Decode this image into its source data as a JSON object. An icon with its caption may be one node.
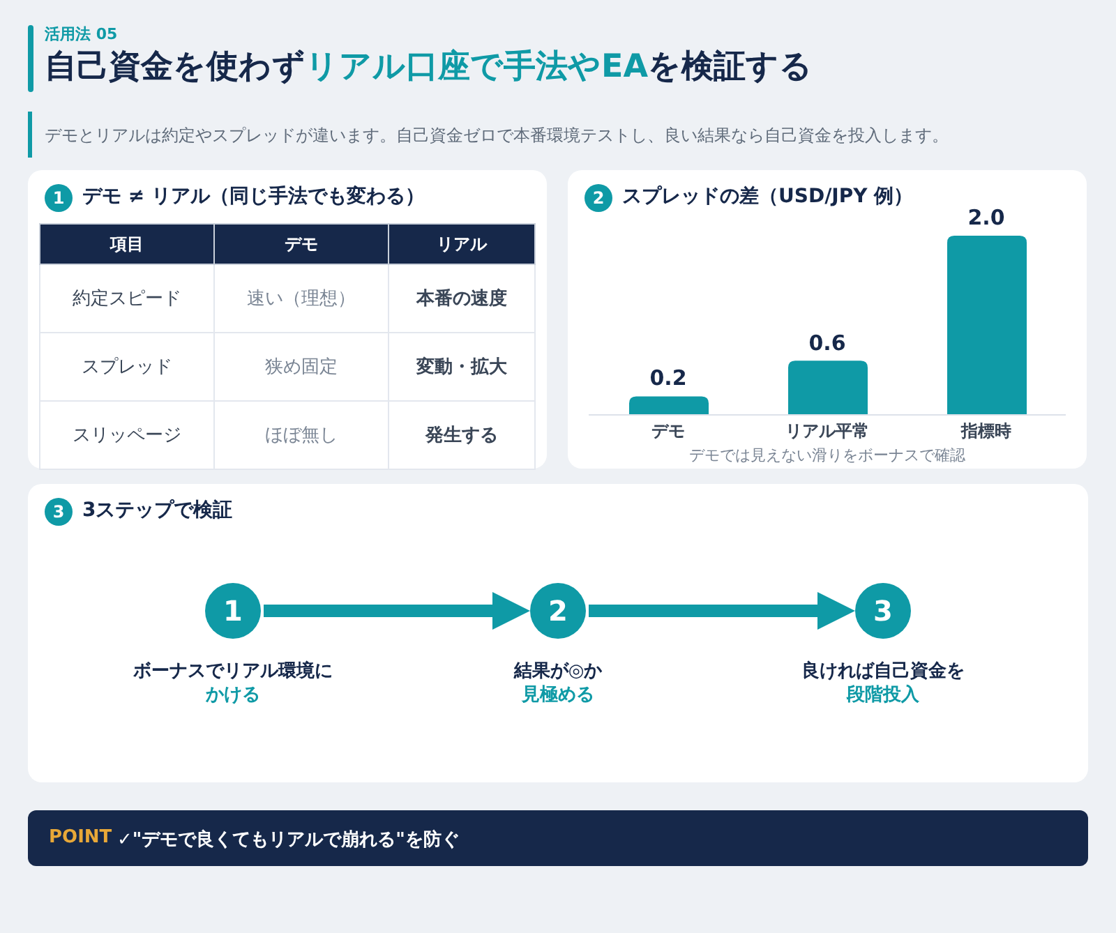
{
  "diagram": {
    "title": "自己資金を使わず**リアル口座で手法やEA**を検証する",
    "nodes": [
      {
        "text": [
          "デモ ≠ リアル（同じ手法でも変わる）"
        ]
      },
      {
        "text": [
          "1"
        ],
        "in": 0
      },
      {
        "text": [
          "スプレッドの差（USD/JPY 例）"
        ]
      },
      {
        "text": [
          "2"
        ],
        "in": 2
      },
      {
        "text": [
          "3ステップで検証"
        ]
      },
      {
        "text": [
          "3"
        ],
        "in": 4
      },
      {
        "text": [
          "1"
        ],
        "in": 4,
        "beside": [
          "ボーナスでリアル環境に**かける**"
        ]
      },
      {
        "text": [
          "2"
        ],
        "in": 4,
        "beside": [
          "結果が◎か**見極める**"
        ]
      },
      {
        "text": [
          "3"
        ],
        "in": 4,
        "beside": [
          "良ければ自己資金を**段階投入**"
        ]
      },
      {
        "text": [
          "POINT",
          "✓\"デモで良くてもリアルで崩れる\"を防ぐ"
        ]
      }
    ],
    "edges": [
      {
        "from": 6,
        "to": 7,
        "arrow": "to"
      },
      {
        "from": 7,
        "to": 8,
        "arrow": "to"
      }
    ],
    "labels": [
      "活用法 05",
      "デモとリアルは約定やスプレッドが違います。自己資金ゼロで本番環境テストし、良い結果なら自己資金を投入します。",
      "項目",
      "デモ",
      "リアル",
      "約定スピード",
      "速い（理想）",
      "本番の速度",
      "スプレッド",
      "狭め固定",
      "変動・拡大",
      "スリッページ",
      "ほぼ無し",
      "発生する",
      "デモでは見えない滑りをボーナスで確認"
    ],
    "chart_data": {
      "type": "bar",
      "categories": [
        "デモ",
        "リアル平常",
        "指標時"
      ],
      "series": [
        {
          "color": "#0f9aa6",
          "values": [
            0.2,
            0.6,
            2.0
          ],
          "value_labels": [
            "0.2",
            "0.6",
            "2.0"
          ]
        }
      ],
      "data_labels": true
    }
  }
}
